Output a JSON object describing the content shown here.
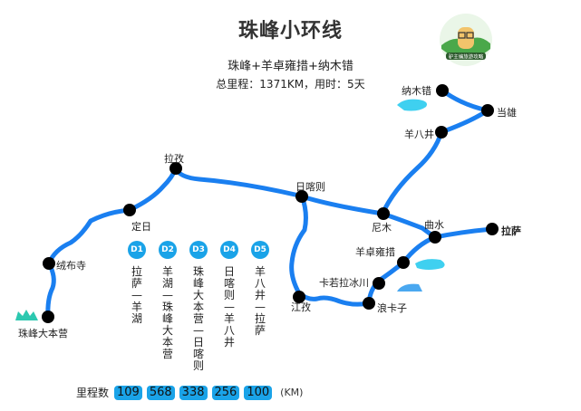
{
  "header": {
    "title": "珠峰小环线",
    "subtitle": "珠峰+羊卓雍措+纳木错",
    "summary": "总里程：1371KM，用时：5天",
    "logo_text": "驴主编旅游攻略"
  },
  "colors": {
    "route": "#1a7ff0",
    "node": "#000000",
    "badge": "#1aa3e8",
    "lake": "#3fd0f0",
    "mountain": "#2cc8b0"
  },
  "places": {
    "namucuo": "纳木错",
    "dangxiong": "当雄",
    "yangbajing": "羊八井",
    "lazi": "拉孜",
    "rikaze": "日喀则",
    "dingri": "定日",
    "nimu": "尼木",
    "qushui": "曲水",
    "lasa": "拉萨",
    "rongbusi": "绒布寺",
    "yangzhuoyongcuo": "羊卓雍措",
    "kareila": "卡若拉冰川",
    "jiangzi": "江孜",
    "langkazi": "浪卡子",
    "basecamp": "珠峰大本营"
  },
  "itinerary": [
    {
      "day": "D1",
      "route": "拉萨—羊湖"
    },
    {
      "day": "D2",
      "route": "羊湖—珠峰大本营"
    },
    {
      "day": "D3",
      "route": "珠峰大本营—日喀则"
    },
    {
      "day": "D4",
      "route": "日喀则—羊八井"
    },
    {
      "day": "D5",
      "route": "羊八井—拉萨"
    }
  ],
  "distance": {
    "label": "里程数",
    "values": [
      "109",
      "568",
      "338",
      "256",
      "100"
    ],
    "unit": "(KM)"
  }
}
